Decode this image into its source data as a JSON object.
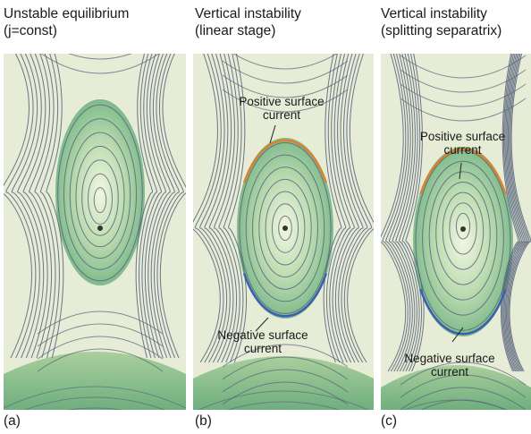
{
  "panels": [
    {
      "title_line1": "Unstable equilibrium",
      "title_line2": "(j=const)",
      "label": "(a)"
    },
    {
      "title_line1": "Vertical instability",
      "title_line2": "(linear stage)",
      "label": "(b)",
      "pos_line1": "Positive surface",
      "pos_line2": "current",
      "neg_line1": "Negative surface",
      "neg_line2": "current"
    },
    {
      "title_line1": "Vertical instability",
      "title_line2": "(splitting separatrix)",
      "label": "(c)",
      "pos_line1": "Positive surface",
      "pos_line2": "current",
      "neg_line1": "Negative surface",
      "neg_line2": "current"
    }
  ],
  "colors": {
    "background": "#e6ecd6",
    "flux_line": "#55607a",
    "plasma_outer": "#7fba8c",
    "plasma_inner": "#f2f6e2",
    "positive_current": "#d9822b",
    "negative_current": "#3a5fb0",
    "axis_dot": "#333333"
  }
}
